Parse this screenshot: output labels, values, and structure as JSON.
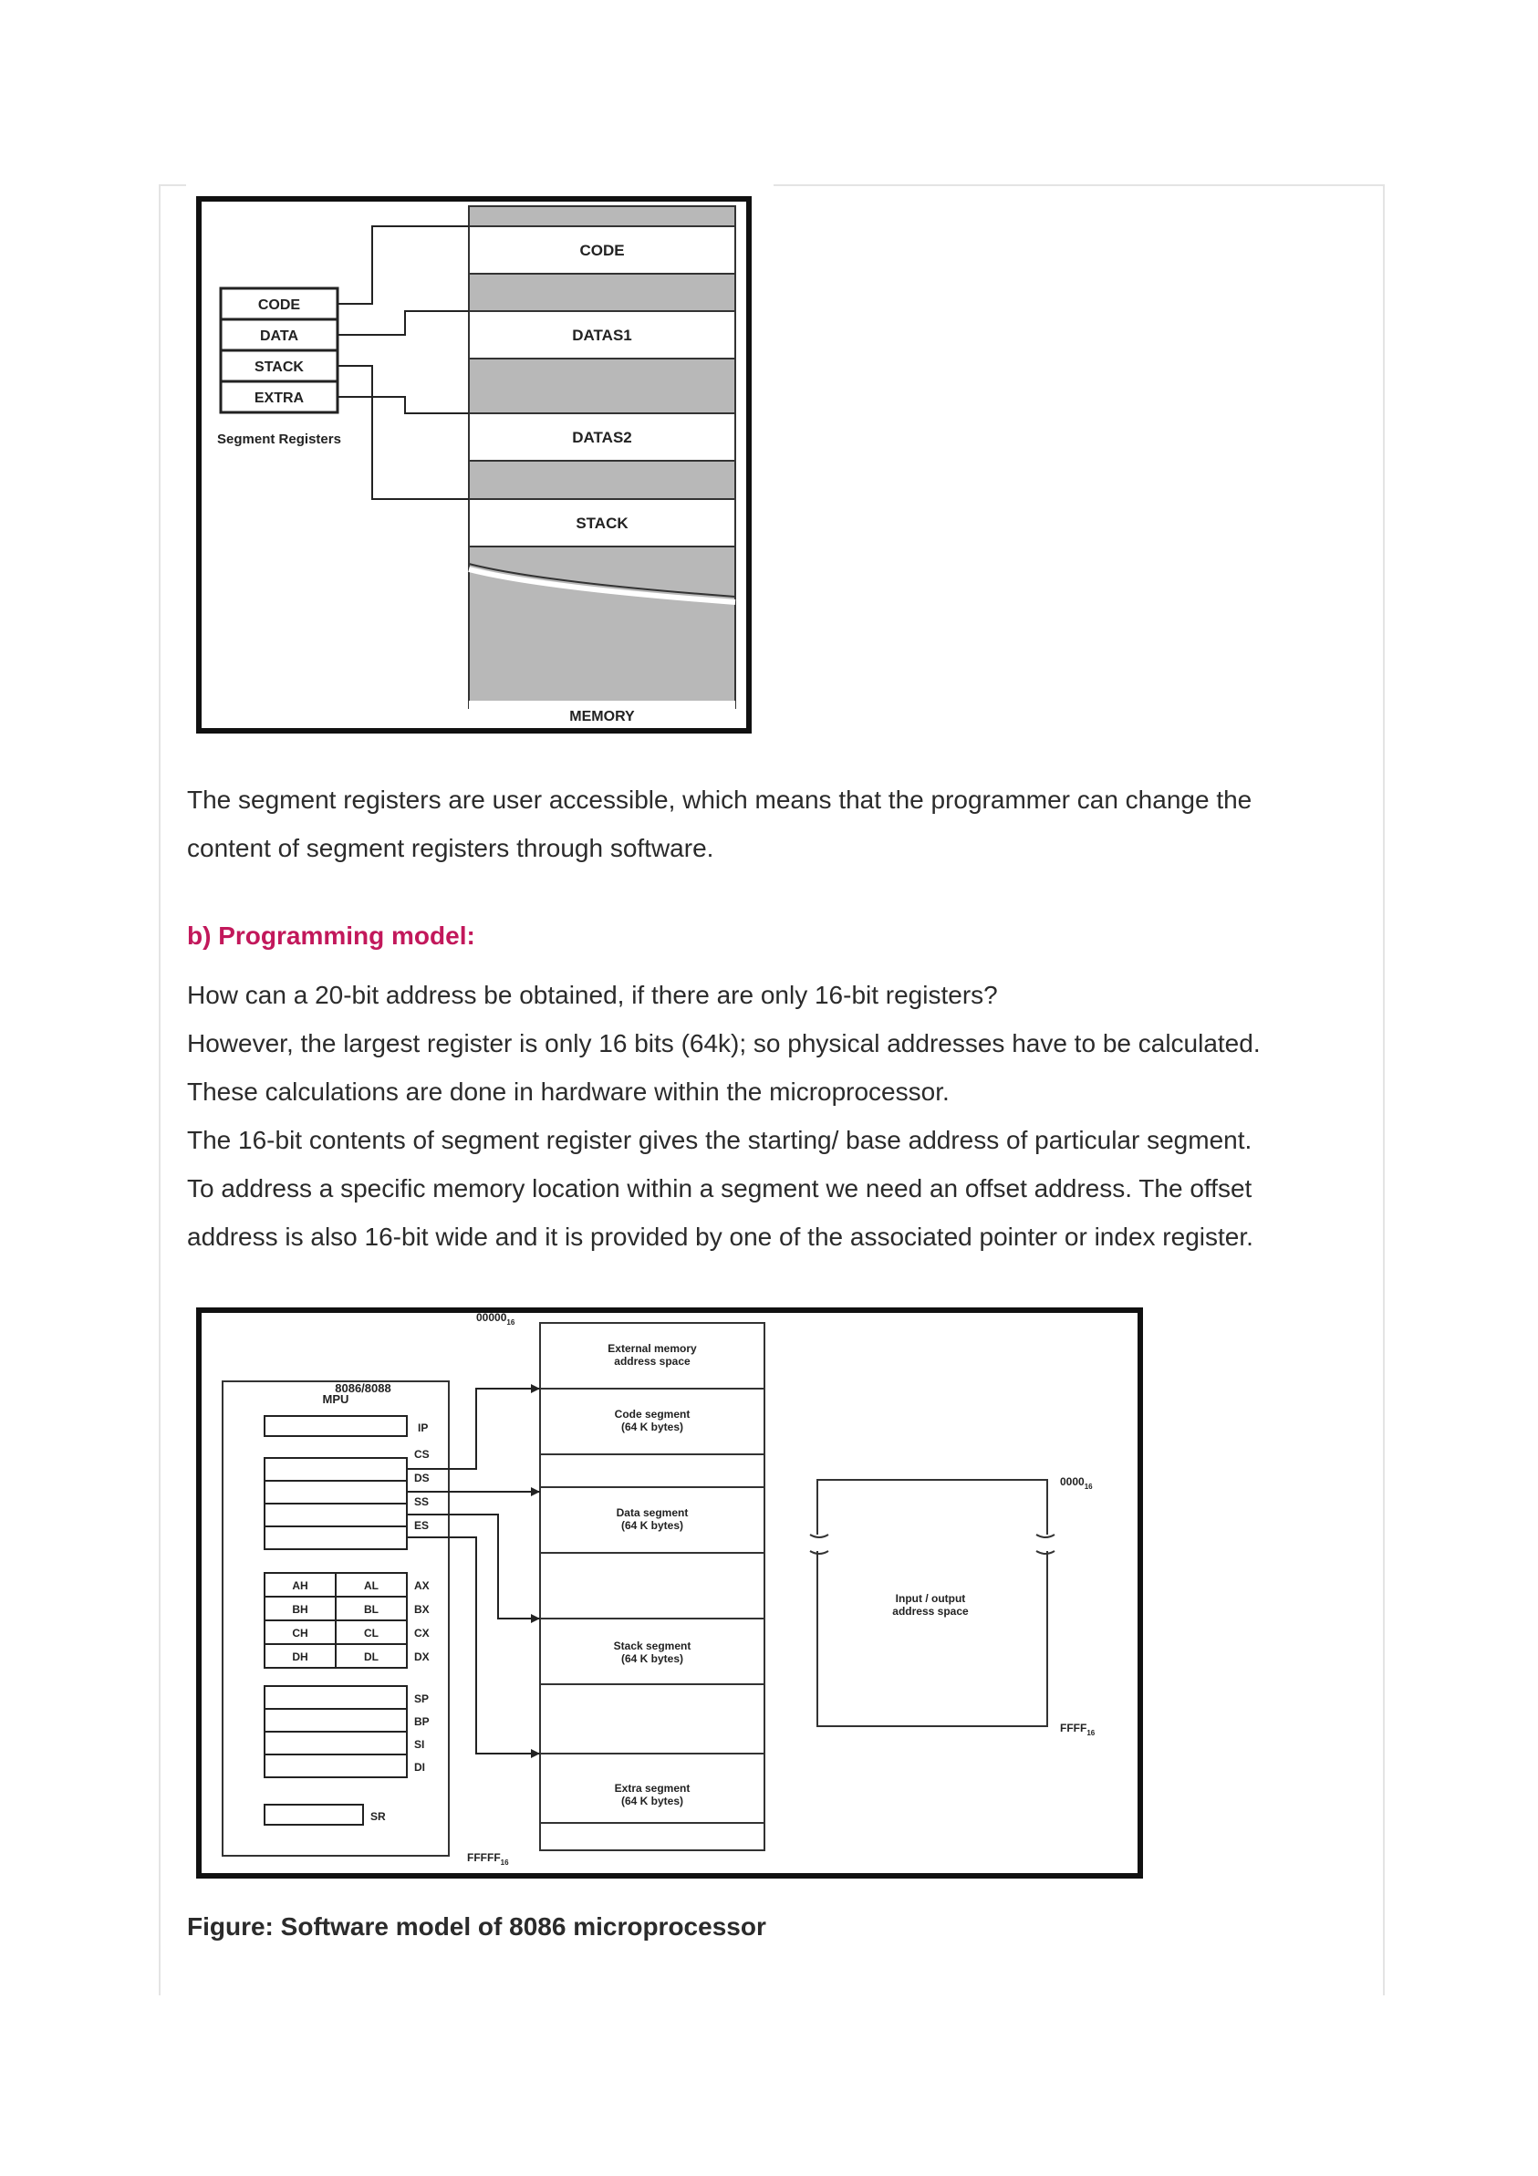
{
  "segment_figure": {
    "registers": [
      "CODE",
      "DATA",
      "STACK",
      "EXTRA"
    ],
    "registers_caption": "Segment Registers",
    "memory_blocks": [
      "CODE",
      "DATAS1",
      "DATAS2",
      "STACK"
    ],
    "memory_caption": "MEMORY"
  },
  "paragraph1": [
    "The segment registers are user accessible, which means that the programmer can change the",
    "content of segment registers through software."
  ],
  "heading": "b) Programming model:",
  "paragraph2": [
    "How can a 20-bit address be obtained, if there are only 16-bit registers?",
    "However, the largest register is only 16 bits (64k); so physical addresses have to be calculated.",
    "These calculations are done in hardware within the microprocessor.",
    "The 16-bit contents of segment register gives the starting/ base address of particular segment.",
    "To address a specific memory location within a segment we need an offset address. The offset",
    "address is also 16-bit wide and it is provided by one of the associated pointer or index register."
  ],
  "software_model": {
    "mpu_label_line1": "8086/8088",
    "mpu_label_line2": "MPU",
    "ip_label": "IP",
    "segment_regs": [
      "CS",
      "DS",
      "SS",
      "ES"
    ],
    "general_regs": [
      {
        "high": "AH",
        "low": "AL",
        "name": "AX"
      },
      {
        "high": "BH",
        "low": "BL",
        "name": "BX"
      },
      {
        "high": "CH",
        "low": "CL",
        "name": "CX"
      },
      {
        "high": "DH",
        "low": "DL",
        "name": "DX"
      }
    ],
    "pointer_regs": [
      "SP",
      "BP",
      "SI",
      "DI"
    ],
    "sr_label": "SR",
    "addr_start": "00000",
    "addr_start_sub": "16",
    "addr_end": "FFFFF",
    "addr_end_sub": "16",
    "memory_blocks": [
      [
        "External memory",
        "address space"
      ],
      [
        "Code segment",
        "(64 K bytes)"
      ],
      [
        "",
        ""
      ],
      [
        "Data segment",
        "(64 K bytes)"
      ],
      [
        "",
        ""
      ],
      [
        "Stack segment",
        "(64 K bytes)"
      ],
      [
        "",
        ""
      ],
      [
        "Extra segment",
        "(64 K bytes)"
      ],
      [
        "",
        ""
      ]
    ],
    "io_label_line1": "Input / output",
    "io_label_line2": "address space",
    "io_addr_start": "0000",
    "io_addr_start_sub": "16",
    "io_addr_end": "FFFF",
    "io_addr_end_sub": "16"
  },
  "caption": "Figure: Software model of 8086 microprocessor"
}
